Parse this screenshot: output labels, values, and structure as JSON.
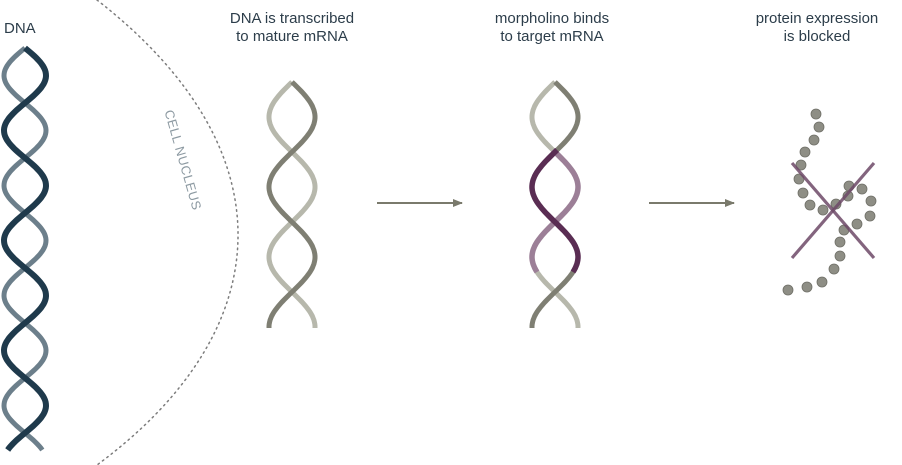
{
  "labels": {
    "dna": "DNA",
    "nucleus": "CELL NUCLEUS",
    "step1_line1": "DNA is transcribed",
    "step1_line2": "to mature mRNA",
    "step2_line1": "morpholino binds",
    "step2_line2": "to target mRNA",
    "step3_line1": "protein expression",
    "step3_line2": "is blocked"
  },
  "colors": {
    "dna_dark": "#1f3a4c",
    "dna_light": "#6c7f8b",
    "mrna_dark": "#7f7f73",
    "mrna_light": "#b7b8ac",
    "morpholino_dark": "#5a2d53",
    "morpholino_light": "#9c7f97",
    "amino_acid": "#8e8e85",
    "cross": "#6e4a68",
    "arrow": "#7a7a6c",
    "nucleus_outline": "#7d7d7d"
  }
}
